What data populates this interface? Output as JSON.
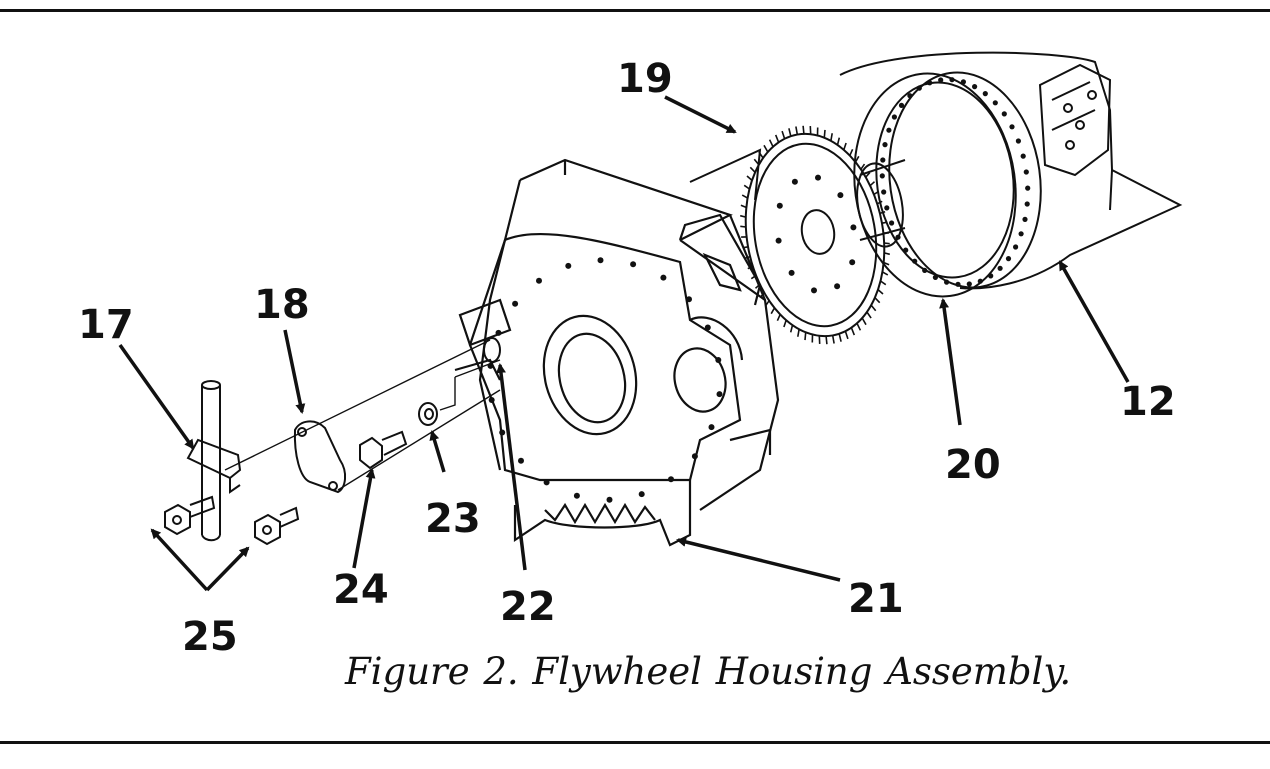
{
  "figure": {
    "caption": "Figure 2.  Flywheel Housing Assembly.",
    "callouts": [
      "19",
      "18",
      "17",
      "12",
      "20",
      "23",
      "24",
      "22",
      "21",
      "25"
    ]
  },
  "colors": {
    "ink": "#111111",
    "paper": "#ffffff"
  }
}
